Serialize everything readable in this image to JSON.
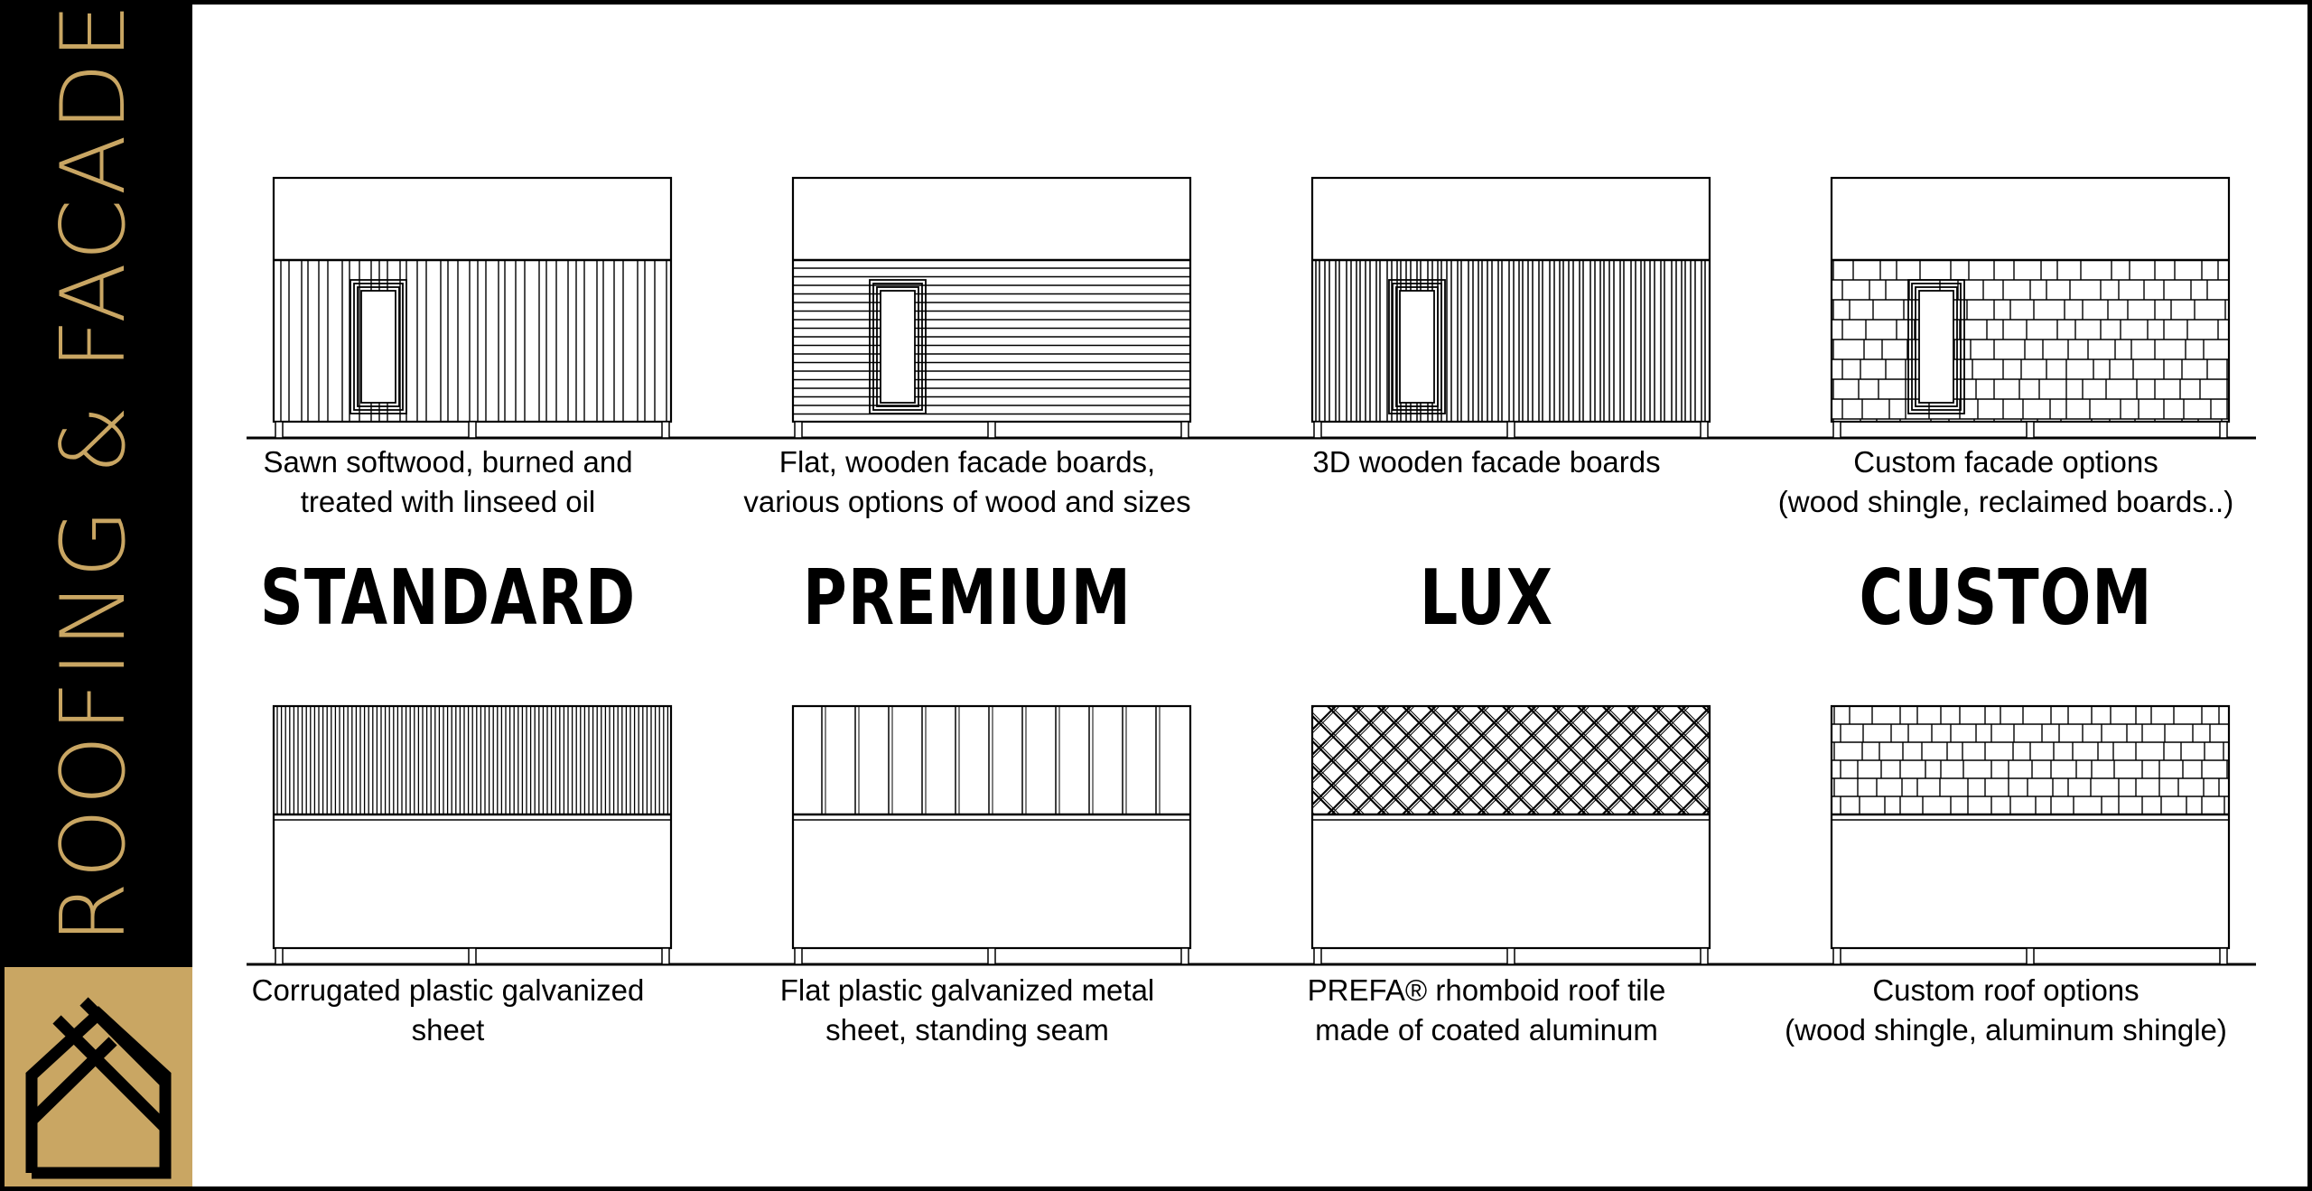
{
  "sidebar": {
    "title": "ROOFING & FACADE",
    "accent_color": "#c9a663",
    "background_color": "#000000",
    "logo_icon": "house-roof-logo-icon"
  },
  "tiers": [
    {
      "name": "STANDARD",
      "facade_caption": "Sawn softwood, burned and\ntreated with linseed oil",
      "roof_caption": "Corrugated plastic galvanized\nsheet",
      "facade_pattern": "vertical-boards",
      "roof_pattern": "corrugated-sheet"
    },
    {
      "name": "PREMIUM",
      "facade_caption": "Flat, wooden facade boards,\nvarious options of wood and sizes",
      "roof_caption": "Flat plastic galvanized metal\nsheet, standing seam",
      "facade_pattern": "horizontal-boards",
      "roof_pattern": "standing-seam"
    },
    {
      "name": "LUX",
      "facade_caption": "3D wooden facade boards",
      "roof_caption": "PREFA® rhomboid roof tile\nmade of coated aluminum",
      "facade_pattern": "3d-vertical-boards",
      "roof_pattern": "rhomboid-tile"
    },
    {
      "name": "CUSTOM",
      "facade_caption": "Custom facade options\n(wood shingle, reclaimed boards..)",
      "roof_caption": "Custom roof options\n(wood shingle, aluminum shingle)",
      "facade_pattern": "wood-shingle",
      "roof_pattern": "shingle"
    }
  ]
}
